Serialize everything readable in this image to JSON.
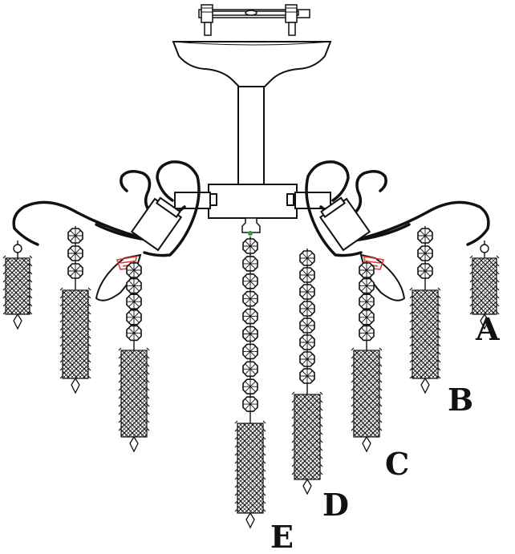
{
  "diagram": {
    "labels": {
      "a": "A",
      "b": "B",
      "c": "C",
      "d": "D",
      "e": "E"
    },
    "colors": {
      "line": "#111111",
      "socket_accent": "#e8362e",
      "bead_accent": "#3a9a3a",
      "background": "#ffffff"
    }
  }
}
